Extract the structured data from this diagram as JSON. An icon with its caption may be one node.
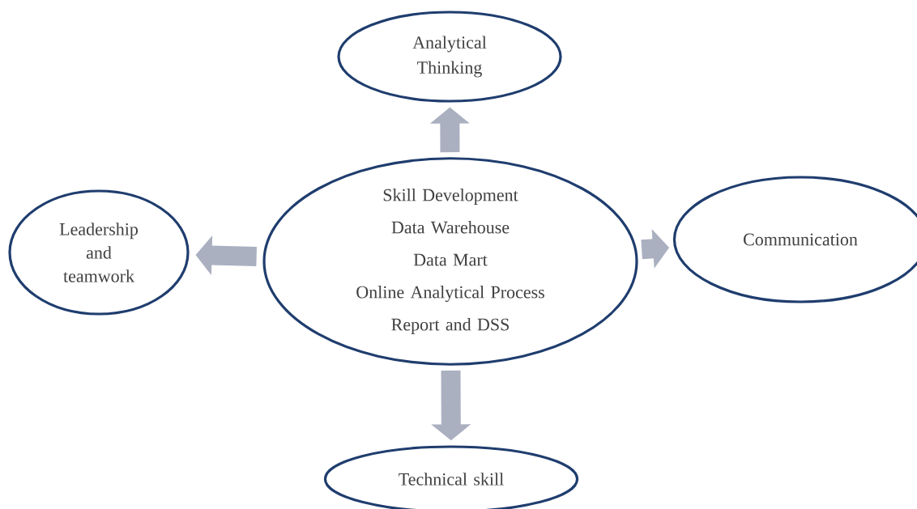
{
  "diagram": {
    "nodes": [
      {
        "text": [
          "Skill Development",
          "Data Warehouse",
          "Data Mart",
          "Online Analytical Process",
          "Report and DSS"
        ]
      },
      {
        "text": [
          "Analytical Thinking"
        ]
      },
      {
        "text": [
          "Leadership and teamwork"
        ]
      },
      {
        "text": [
          "Communication"
        ]
      },
      {
        "text": [
          "Technical skill"
        ]
      }
    ],
    "edges": [
      {
        "from": 0,
        "to": 1,
        "arrow": "to"
      },
      {
        "from": 0,
        "to": 2,
        "arrow": "to"
      },
      {
        "from": 0,
        "to": 3,
        "arrow": "to"
      },
      {
        "from": 0,
        "to": 4,
        "arrow": "to"
      }
    ]
  }
}
